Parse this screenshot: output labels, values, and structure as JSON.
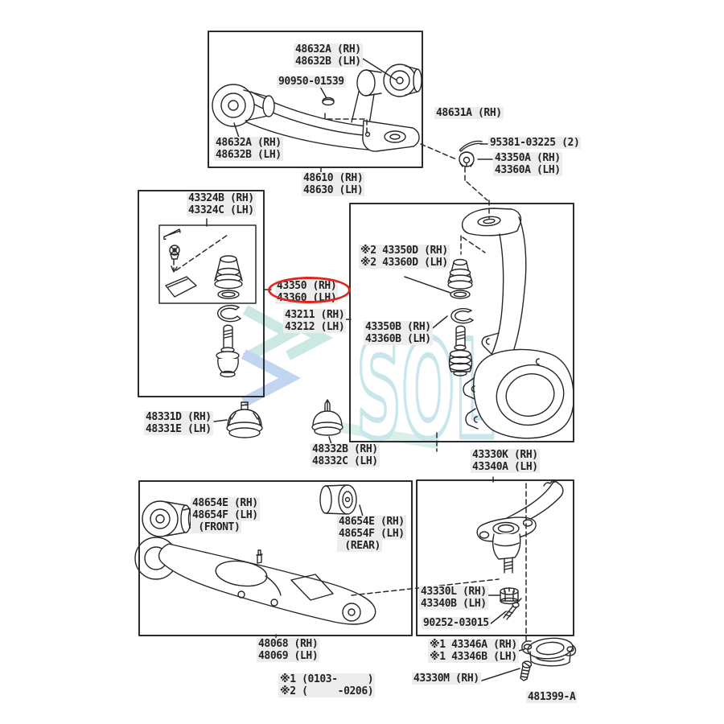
{
  "watermark": {
    "text": "SOL",
    "teal_color": "#c9e7e2",
    "blue_color": "#bfd3f0"
  },
  "highlight": {
    "color": "#e0251f"
  },
  "label_background": "#ededed",
  "line_color": "#262626",
  "diagram_code": "481399-A",
  "labels": {
    "k48632_top": {
      "lines": [
        "48632A (RH)",
        "48632B (LH)"
      ]
    },
    "k90950": {
      "lines": [
        "90950-01539"
      ]
    },
    "k48632_left": {
      "lines": [
        "48632A (RH)",
        "48632B (LH)"
      ]
    },
    "k48610": {
      "lines": [
        "48610 (RH)",
        "48630 (LH)"
      ]
    },
    "k48631a": {
      "lines": [
        "48631A (RH)"
      ]
    },
    "k95381": {
      "lines": [
        "95381-03225 (2)"
      ]
    },
    "k43350a": {
      "lines": [
        "43350A (RH)",
        "43360A (LH)"
      ]
    },
    "k43324": {
      "lines": [
        "43324B (RH)",
        "43324C (LH)"
      ]
    },
    "k43350_hl": {
      "lines": [
        "43350 (RH)",
        "43360 (LH)"
      ]
    },
    "k43211": {
      "lines": [
        "43211 (RH)",
        "43212 (LH)"
      ]
    },
    "k43350d": {
      "lines": [
        "※2 43350D (RH)",
        "※2 43360D (LH)"
      ]
    },
    "k43350b": {
      "lines": [
        "43350B (RH)",
        "43360B (LH)"
      ]
    },
    "k43330k": {
      "lines": [
        "43330K (RH)",
        "43340A (LH)"
      ]
    },
    "k48331d": {
      "lines": [
        "48331D (RH)",
        "48331E (LH)"
      ]
    },
    "k48332b": {
      "lines": [
        "48332B (RH)",
        "48332C (LH)"
      ]
    },
    "k48654_front": {
      "lines": [
        "48654E (RH)",
        "48654F (LH)",
        " (FRONT)"
      ]
    },
    "k48654_rear": {
      "lines": [
        "48654E (RH)",
        "48654F (LH)",
        " (REAR)"
      ]
    },
    "k48068": {
      "lines": [
        "48068 (RH)",
        "48069 (LH)"
      ]
    },
    "knotes": {
      "lines": [
        "※1 (0103-     )",
        "※2 (     -0206)"
      ]
    },
    "k43330l": {
      "lines": [
        "43330L (RH)",
        "43340B (LH)"
      ]
    },
    "k90252": {
      "lines": [
        "90252-03015"
      ]
    },
    "k43346": {
      "lines": [
        "※1 43346A (RH)",
        "※1 43346B (LH)"
      ]
    },
    "k43330m": {
      "lines": [
        "43330M (RH)"
      ]
    },
    "k481399": {
      "lines": [
        "481399-A"
      ]
    }
  }
}
